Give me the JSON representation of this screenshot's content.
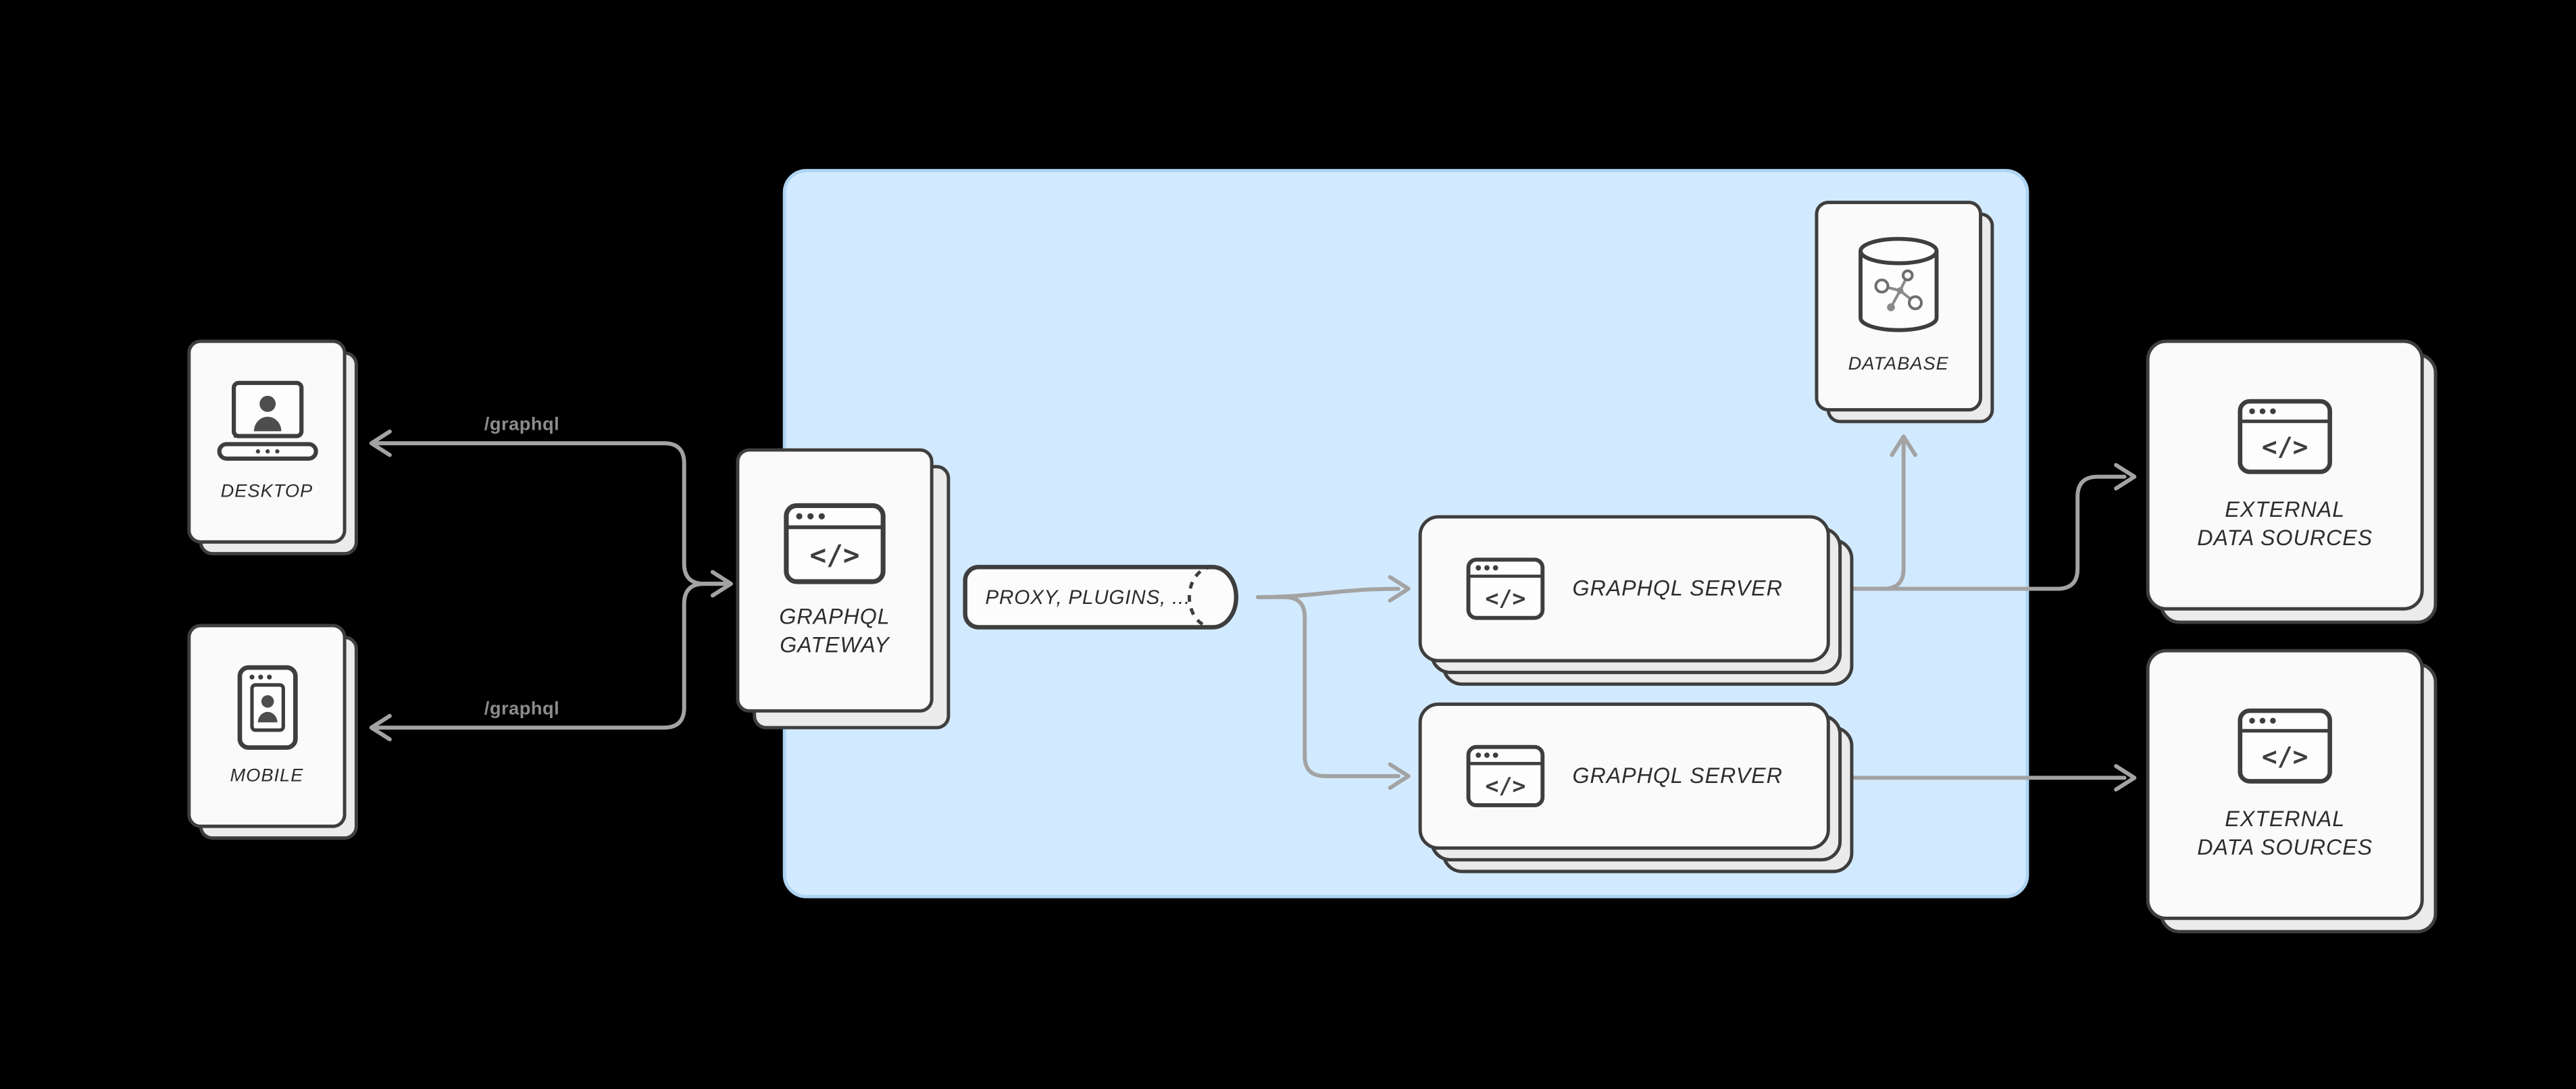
{
  "colors": {
    "background": "#000000",
    "panel_fill": "#d2eaff",
    "panel_border": "#aed4f2",
    "card_fill": "#fafafa",
    "card_border": "#3e3e3e",
    "card_stack_fill": "#ebebeb",
    "arrow": "#a3a3a3",
    "label_text": "#2d2d2d",
    "route_label_text": "#8c8c8c"
  },
  "icons": {
    "code_glyph": "</>",
    "desktop": "laptop-user-icon",
    "mobile": "phone-user-icon",
    "gateway": "code-window-icon",
    "server": "code-window-icon",
    "database": "database-graph-icon",
    "external": "code-window-icon"
  },
  "nodes": {
    "desktop": {
      "label": "DESKTOP"
    },
    "mobile": {
      "label": "MOBILE"
    },
    "gateway": {
      "line1": "GRAPHQL",
      "line2": "GATEWAY"
    },
    "proxy": {
      "label": "PROXY, PLUGINS, ..."
    },
    "server_top": {
      "label": "GRAPHQL SERVER"
    },
    "server_bottom": {
      "label": "GRAPHQL SERVER"
    },
    "database": {
      "label": "DATABASE"
    },
    "external_top": {
      "line1": "EXTERNAL",
      "line2": "DATA SOURCES"
    },
    "external_bottom": {
      "line1": "EXTERNAL",
      "line2": "DATA SOURCES"
    }
  },
  "edges": {
    "desktop_route": "/graphql",
    "mobile_route": "/graphql"
  }
}
